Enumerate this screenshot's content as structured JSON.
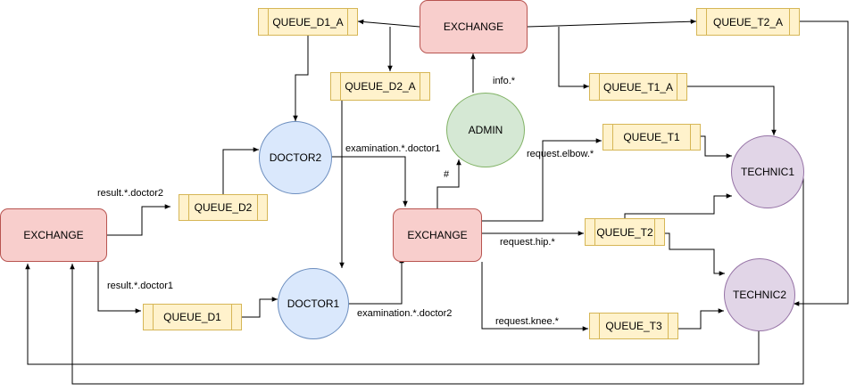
{
  "exchanges": {
    "top": "EXCHANGE",
    "center": "EXCHANGE",
    "left": "EXCHANGE"
  },
  "consumers": {
    "admin": "ADMIN",
    "doctor1": "DOCTOR1",
    "doctor2": "DOCTOR2",
    "technic1": "TECHNIC1",
    "technic2": "TECHNIC2"
  },
  "queues": {
    "d1_a": "QUEUE_D1_A",
    "d2_a": "QUEUE_D2_A",
    "t2_a": "QUEUE_T2_A",
    "t1_a": "QUEUE_T1_A",
    "t1": "QUEUE_T1",
    "t2": "QUEUE_T2",
    "t3": "QUEUE_T3",
    "d1": "QUEUE_D1",
    "d2": "QUEUE_D2"
  },
  "edge_labels": {
    "info": "info.*",
    "hash": "#",
    "examination_doctor1": "examination.*.doctor1",
    "examination_doctor2": "examination.*.doctor2",
    "request_elbow": "request.elbow.*",
    "request_hip": "request.hip.*",
    "request_knee": "request.knee.*",
    "result_doctor2": "result.*.doctor2",
    "result_doctor1": "result.*.doctor1"
  },
  "colors": {
    "exchange_fill": "#f8cecc",
    "exchange_stroke": "#b85450",
    "queue_fill": "#fff2cc",
    "queue_stroke": "#d6b656",
    "doctor_fill": "#dae8fc",
    "doctor_stroke": "#6c8ebf",
    "admin_fill": "#d5e8d4",
    "admin_stroke": "#82b366",
    "technic_fill": "#e1d5e7",
    "technic_stroke": "#9673a6",
    "edge": "#000000"
  }
}
